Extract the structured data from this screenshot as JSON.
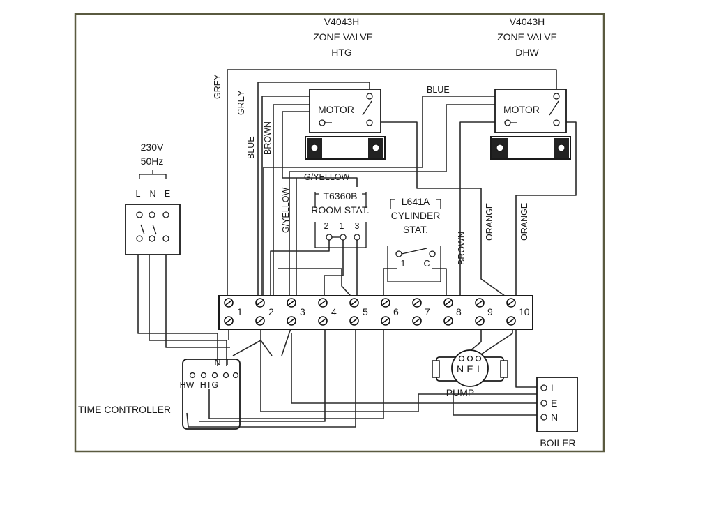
{
  "valve_htg": {
    "model": "V4043H",
    "type": "ZONE VALVE",
    "use": "HTG",
    "motor": "MOTOR"
  },
  "valve_dhw": {
    "model": "V4043H",
    "type": "ZONE VALVE",
    "use": "DHW",
    "motor": "MOTOR"
  },
  "supply": {
    "voltage": "230V",
    "frequency": "50Hz",
    "terminals": [
      "L",
      "N",
      "E"
    ]
  },
  "room_stat": {
    "model": "T6360B",
    "name": "ROOM STAT.",
    "terminals": [
      "2",
      "1",
      "3"
    ]
  },
  "cylinder_stat": {
    "model": "L641A",
    "name1": "CYLINDER",
    "name2": "STAT.",
    "terminals": [
      "1",
      "C"
    ]
  },
  "wiring_centre": {
    "terminals": [
      "1",
      "2",
      "3",
      "4",
      "5",
      "6",
      "7",
      "8",
      "9",
      "10"
    ]
  },
  "time_controller": {
    "name": "TIME CONTROLLER",
    "terminals_top": [
      "N",
      "L"
    ],
    "terminals_bottom": [
      "HW",
      "HTG"
    ]
  },
  "pump": {
    "name": "PUMP",
    "terminals": [
      "N",
      "E",
      "L"
    ]
  },
  "boiler": {
    "name": "BOILER",
    "terminals": [
      "L",
      "E",
      "N"
    ]
  },
  "wire_labels": {
    "grey1": "GREY",
    "grey2": "GREY",
    "blue1": "BLUE",
    "brown1": "BROWN",
    "blue2": "BLUE",
    "gyellow1": "G/YELLOW",
    "gyellow2": "G/YELLOW",
    "brown2": "BROWN",
    "orange1": "ORANGE",
    "orange2": "ORANGE"
  },
  "colors": {
    "line": "#2a2a2a",
    "frame": "#5a5a40",
    "background": "#ffffff"
  }
}
